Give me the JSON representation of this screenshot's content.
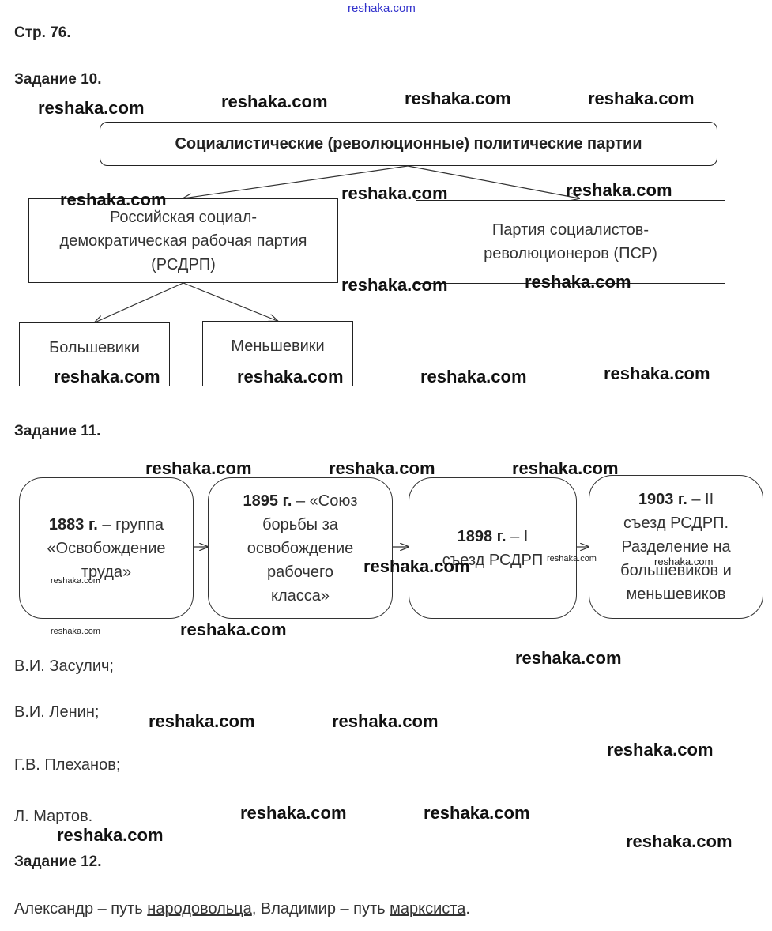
{
  "watermark": "reshaka.com",
  "page": {
    "label": "Стр. 76."
  },
  "task10": {
    "heading": "Задание 10.",
    "root": "Социалистические (революционные) политические партии",
    "left_party": [
      "Российская социал-",
      "демократическая рабочая партия",
      "(РСДРП)"
    ],
    "right_party": [
      "Партия социалистов-",
      "революционеров (ПСР)"
    ],
    "factions": [
      "Большевики",
      "Меньшевики"
    ]
  },
  "task11": {
    "heading": "Задание 11.",
    "timeline": [
      {
        "year": "1883 г.",
        "text_lines": [
          " – группа",
          "«Освобождение",
          "труда»"
        ]
      },
      {
        "year": "1895 г.",
        "text_lines": [
          " – «Союз",
          "борьбы за",
          "освобождение",
          "рабочего",
          "класса»"
        ]
      },
      {
        "year": "1898 г.",
        "text_lines": [
          " – I",
          "съезд РСДРП"
        ]
      },
      {
        "year": "1903 г.",
        "text_lines": [
          " – II",
          "съезд РСДРП.",
          "Разделение на",
          "большевиков и",
          "меньшевиков"
        ]
      }
    ],
    "persons": [
      "В.И. Засулич;",
      "В.И. Ленин;",
      "Г.В. Плеханов;",
      "Л. Мартов."
    ]
  },
  "task12": {
    "heading": "Задание 12.",
    "answer": {
      "part1": "Александр – путь ",
      "underlined1": "народовольца",
      "part2": ", Владимир – путь ",
      "underlined2": "марксиста",
      "part3": "."
    }
  }
}
